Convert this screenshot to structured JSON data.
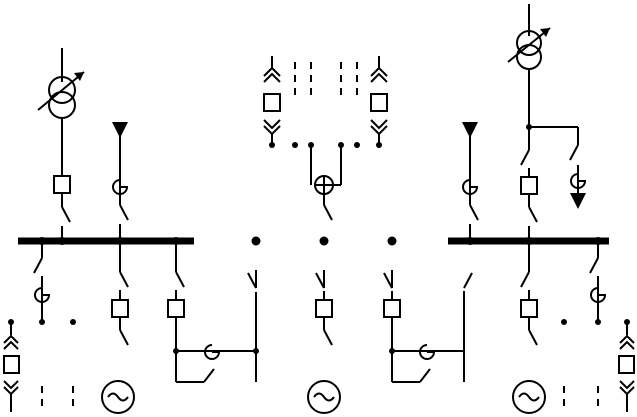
{
  "diagram": {
    "kind": "single-line electrical switchgear schematic",
    "elements": [
      "power-transformer-left",
      "power-transformer-right",
      "busbar-left",
      "busbar-right",
      "busbar-sections-center",
      "circuit-breakers",
      "disconnector-switches",
      "current-transformers",
      "withdrawable-units",
      "generators"
    ],
    "generator_count": 3,
    "colors": {
      "line": "#000000",
      "background": "#ffffff"
    }
  }
}
